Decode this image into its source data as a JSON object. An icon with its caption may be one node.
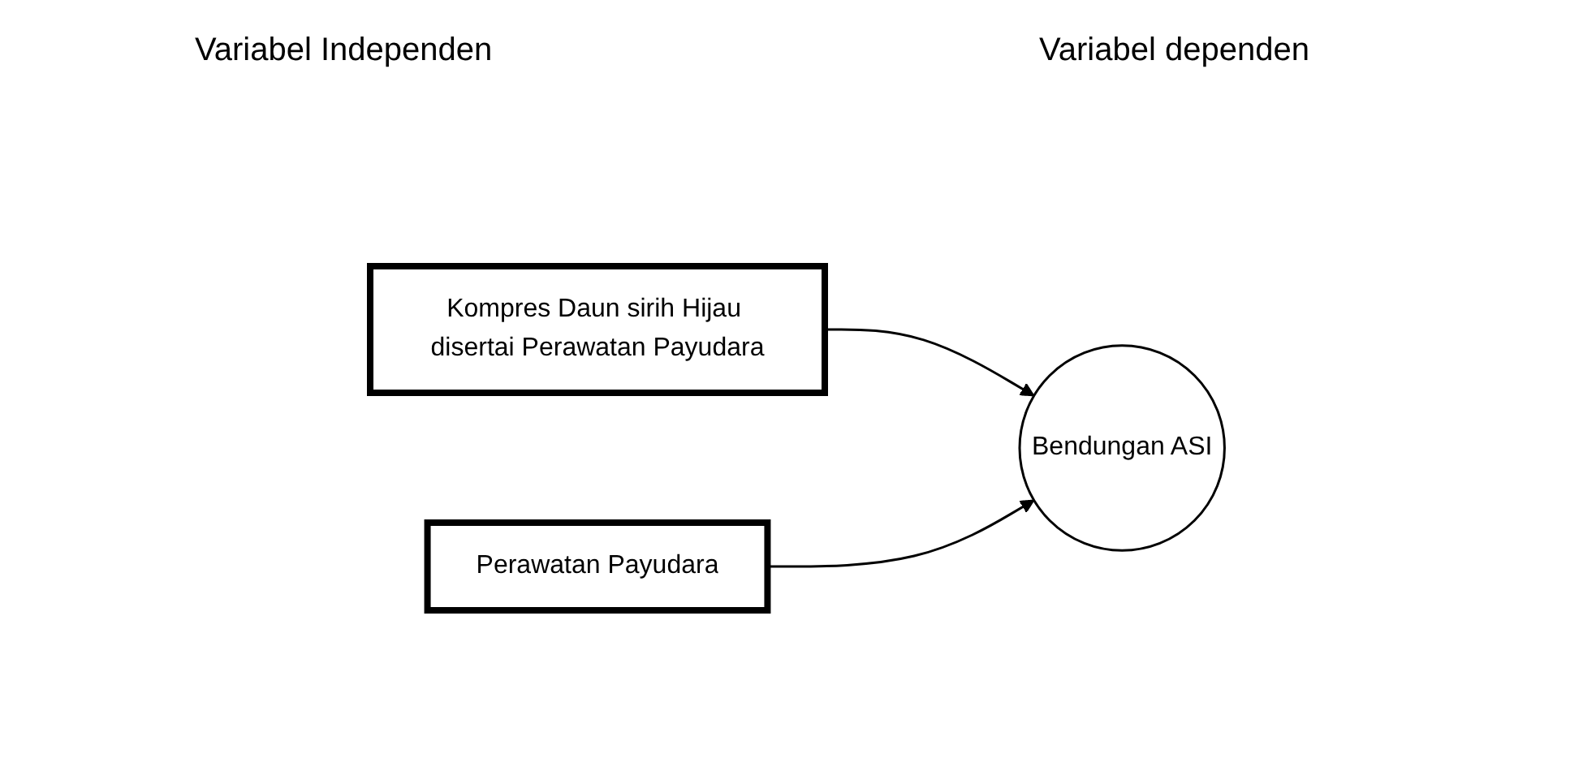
{
  "diagram": {
    "nodes": [
      {
        "text": [
          "Kompres Daun sirih Hijau disertai Perawatan Payudara"
        ]
      },
      {
        "text": [
          "Perawatan Payudara"
        ]
      },
      {
        "text": [
          "Bendungan ASI"
        ]
      }
    ],
    "edges": [
      {
        "from": 0,
        "to": 2,
        "arrow": "to"
      },
      {
        "from": 1,
        "to": 2,
        "arrow": "to"
      }
    ],
    "labels": [
      "Variabel Independen",
      "Variabel dependen"
    ]
  }
}
